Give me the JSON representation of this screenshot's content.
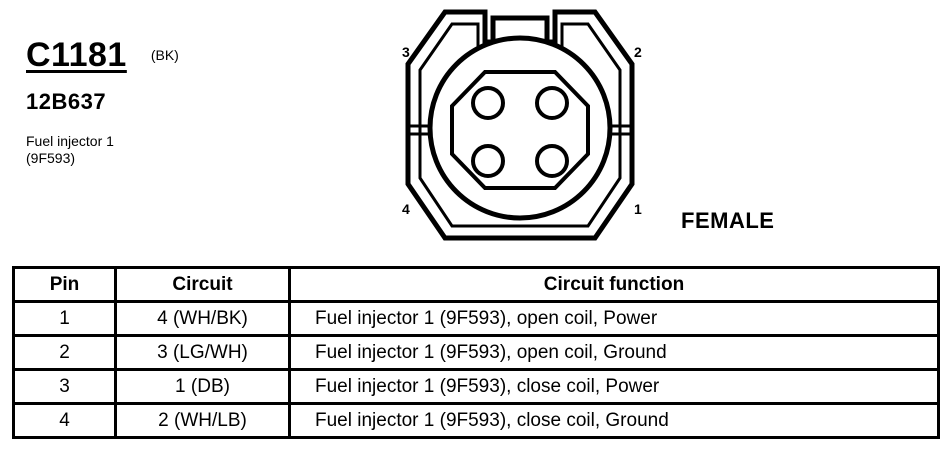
{
  "connector": {
    "code": "C1181",
    "color": "(BK)",
    "part_number": "12B637",
    "description_line1": "Fuel injector 1",
    "description_line2": "(9F593)",
    "gender": "FEMALE",
    "pin_labels": {
      "p1": "1",
      "p2": "2",
      "p3": "3",
      "p4": "4"
    }
  },
  "table": {
    "headers": {
      "pin": "Pin",
      "circuit": "Circuit",
      "function": "Circuit function"
    },
    "rows": [
      {
        "pin": "1",
        "circuit": "4 (WH/BK)",
        "function": "Fuel injector 1 (9F593), open coil, Power"
      },
      {
        "pin": "2",
        "circuit": "3 (LG/WH)",
        "function": "Fuel injector 1 (9F593), open coil, Ground"
      },
      {
        "pin": "3",
        "circuit": "1 (DB)",
        "function": "Fuel injector 1 (9F593), close coil, Power"
      },
      {
        "pin": "4",
        "circuit": "2 (WH/LB)",
        "function": "Fuel injector 1 (9F593), close coil, Ground"
      }
    ]
  }
}
